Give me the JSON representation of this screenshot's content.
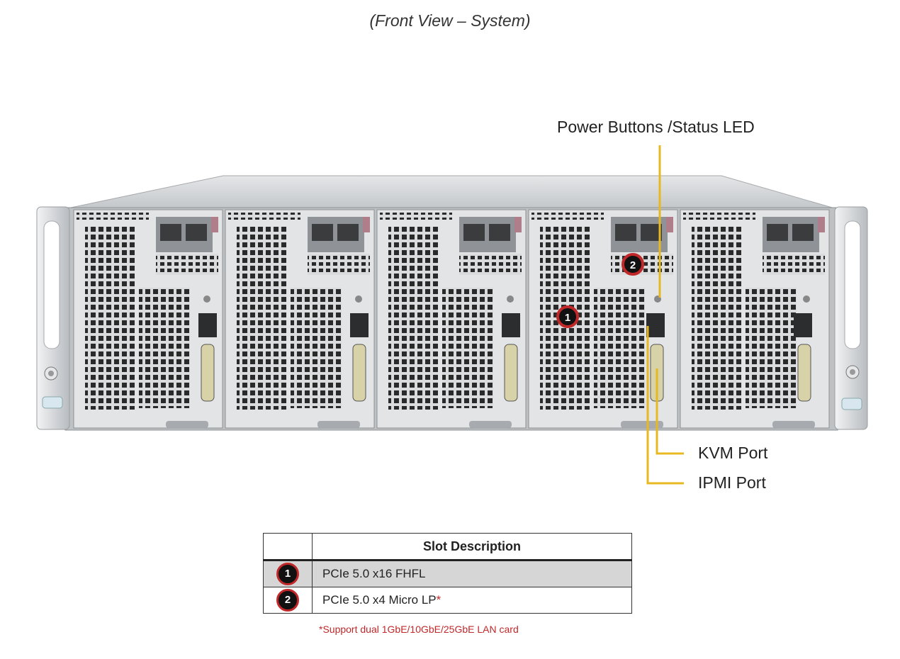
{
  "title": "(Front View – System)",
  "callouts": {
    "power": "Power Buttons /Status LED",
    "kvm": "KVM Port",
    "ipmi": "IPMI Port"
  },
  "markers": [
    "1",
    "2"
  ],
  "table": {
    "header": "Slot Description",
    "rows": [
      {
        "num": "1",
        "desc": "PCIe 5.0 x16 FHFL",
        "note": ""
      },
      {
        "num": "2",
        "desc": "PCIe 5.0 x4 Micro LP",
        "note": "*"
      }
    ]
  },
  "footnote": "*Support dual 1GbE/10GbE/25GbE LAN card",
  "colors": {
    "leader": "#e8b820",
    "badge_ring": "#c0282a",
    "chassis": "#cfd2d5",
    "footnote": "#c0282a"
  }
}
